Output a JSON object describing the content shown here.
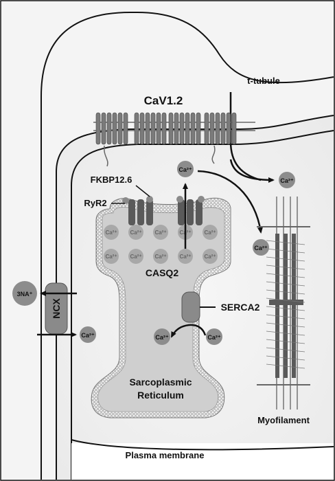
{
  "labels": {
    "cav": "CaV1.2",
    "ttubule": "t-tubule",
    "fkbp": "FKBP12.6",
    "ryr2": "RyR2",
    "casq2": "CASQ2",
    "serca2": "SERCA2",
    "ncx": "NCX",
    "na": "3NA⁺",
    "sr_line1": "Sarcoplasmic",
    "sr_line2": "Reticulum",
    "myofilament": "Myofilament",
    "plasma_membrane": "Plasma membrane",
    "ca_ion": "Ca²⁺"
  },
  "colors": {
    "background_outer": "#e8e8e8",
    "cytoplasm": "#f3f3f3",
    "sr_lumen": "#cfcfcf",
    "protein_dark": "#5a5a5a",
    "protein_mid": "#8a8a8a",
    "ion": "#8c8c8c",
    "line": "#111111"
  }
}
